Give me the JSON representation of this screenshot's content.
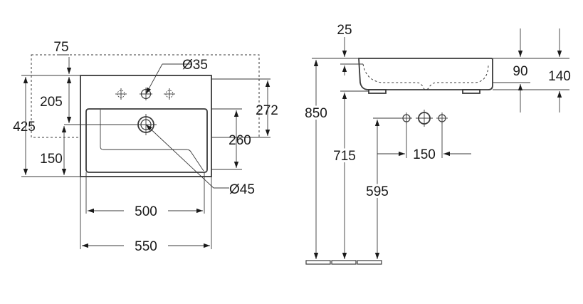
{
  "front_view": {
    "dim_75": "75",
    "dim_tap_diameter": "Ø35",
    "dim_205": "205",
    "dim_425": "425",
    "dim_150_left": "150",
    "dim_272": "272",
    "dim_260": "260",
    "dim_drain_diameter": "Ø45",
    "dim_500": "500",
    "dim_550": "550"
  },
  "side_view": {
    "dim_25": "25",
    "dim_90": "90",
    "dim_140": "140",
    "dim_850": "850",
    "dim_715": "715",
    "dim_150_pipes": "150",
    "dim_595": "595"
  },
  "colors": {
    "line": "#3a3a3a",
    "text": "#1a1a1a",
    "background": "#ffffff"
  }
}
